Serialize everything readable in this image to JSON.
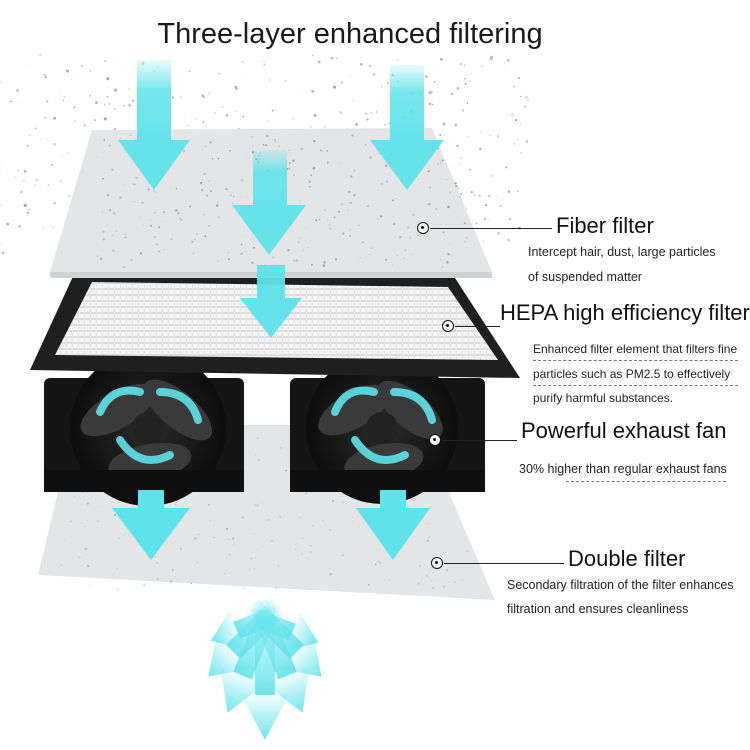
{
  "title": "Three-layer enhanced filtering",
  "colors": {
    "arrow": "#5fe3ea",
    "filter_sheet": "#e4e5e7",
    "frame": "#1f1f1f",
    "fan_body": "#151515"
  },
  "layers": [
    {
      "name": "Fiber filter",
      "desc": [
        "Intercept hair, dust, large particles",
        "of suspended matter"
      ]
    },
    {
      "name": "HEPA high efficiency filter",
      "desc": [
        "Enhanced filter element that filters fine",
        "particles such as PM2.5 to effectively",
        "purify harmful substances."
      ]
    },
    {
      "name": "Powerful exhaust fan",
      "desc": [
        "30% higher than regular exhaust fans"
      ]
    },
    {
      "name": "Double filter",
      "desc": [
        "Secondary filtration of the filter enhances",
        "filtration and ensures cleanliness"
      ]
    }
  ]
}
